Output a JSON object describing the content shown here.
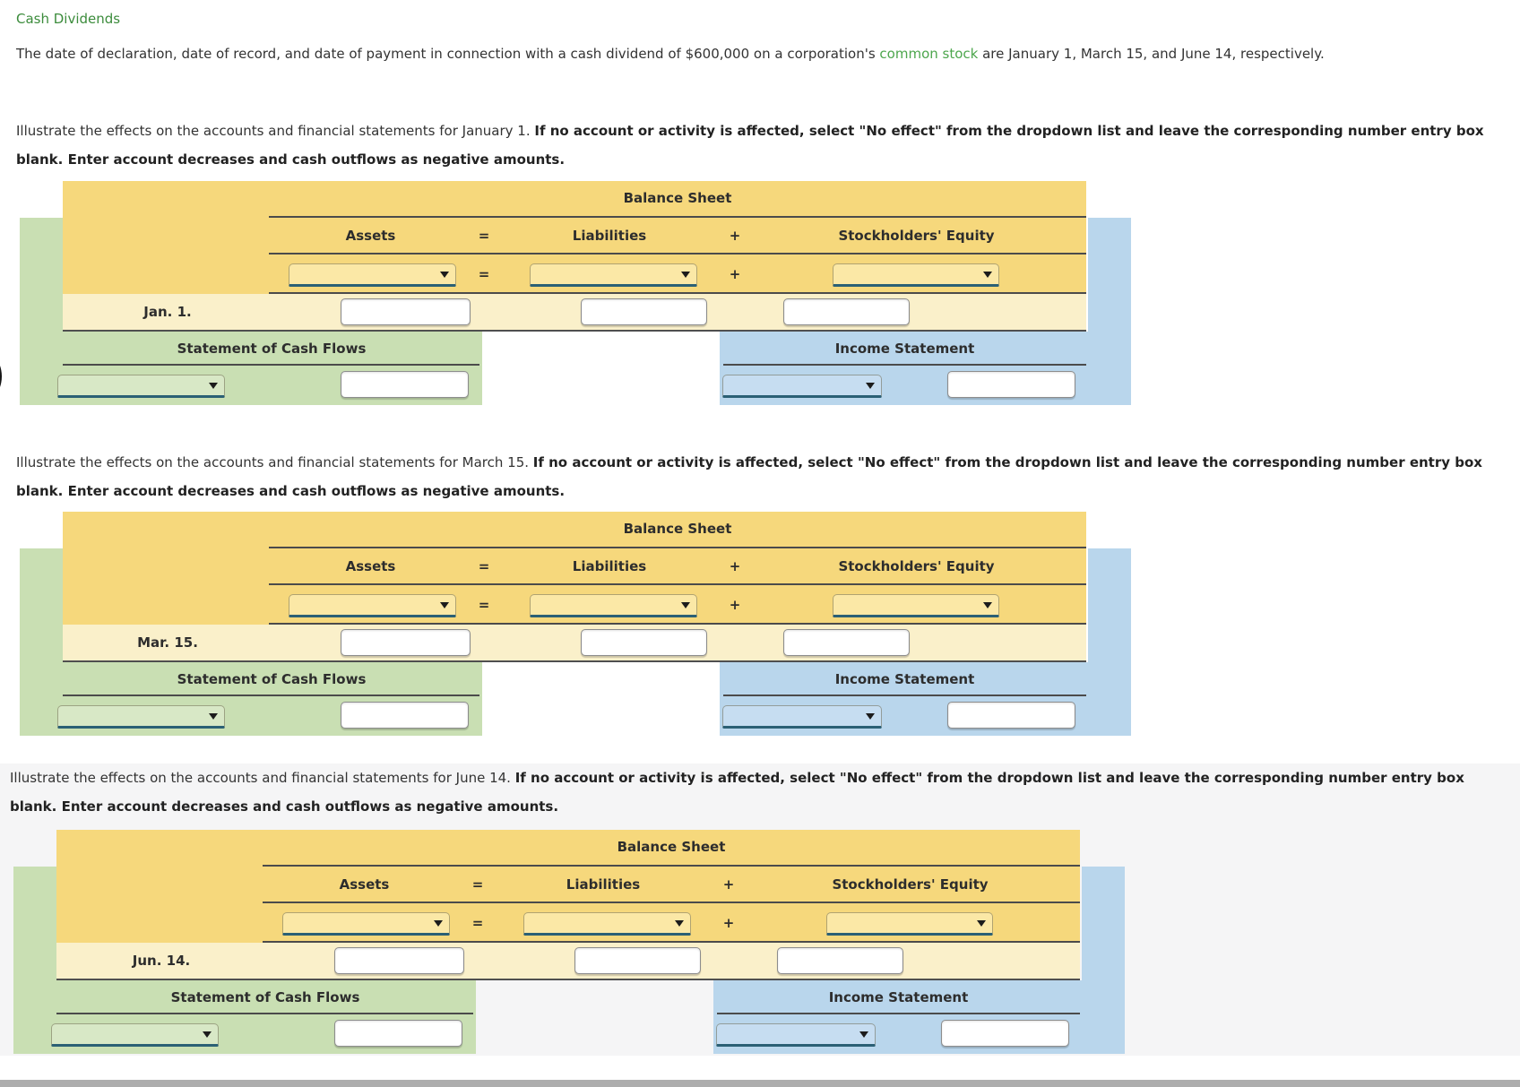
{
  "page": {
    "title": "Cash Dividends",
    "intro": {
      "text_before_link": "The date of declaration, date of record, and date of payment in connection with a cash dividend of $600,000 on a corporation's ",
      "link_text": "common stock",
      "text_after_link": " are January 1, March 15, and June 14, respectively."
    }
  },
  "labels": {
    "balance_sheet": "Balance Sheet",
    "assets": "Assets",
    "equals_sign": "=",
    "liabilities": "Liabilities",
    "plus_sign": "+",
    "stockholders_equity": "Stockholders' Equity",
    "statement_of_cash_flows": "Statement of Cash Flows",
    "income_statement": "Income Statement"
  },
  "values": {
    "dropdown_selected": "",
    "amount": ""
  },
  "sections": [
    {
      "date_label": "Jan. 1.",
      "instructions_normal": "Illustrate the effects on the accounts and financial statements for January 1. ",
      "instructions_bold": "If no account or activity is affected, select \"No effect\" from the dropdown list and leave the corresponding number entry box blank. Enter account decreases and cash outflows as negative amounts."
    },
    {
      "date_label": "Mar. 15.",
      "instructions_normal": "Illustrate the effects on the accounts and financial statements for March 15. ",
      "instructions_bold": "If no account or activity is affected, select \"No effect\" from the dropdown list and leave the corresponding number entry box blank. Enter account decreases and cash outflows as negative amounts."
    },
    {
      "date_label": "Jun. 14.",
      "instructions_normal": "Illustrate the effects on the accounts and financial statements for June 14. ",
      "instructions_bold": "If no account or activity is affected, select \"No effect\" from the dropdown list and leave the corresponding number entry box blank. Enter account decreases and cash outflows as negative amounts."
    }
  ],
  "colors": {
    "title_green": "#3c8c3c",
    "link_green": "#4da64d",
    "balance_sheet_yellow": "#f6d87c",
    "date_row_light_yellow": "#faf0ca",
    "cash_flows_green": "#c9dfb3",
    "income_statement_blue": "#b9d6ec",
    "dropdown_underline": "#2b6075",
    "third_section_background": "#f5f5f6"
  }
}
